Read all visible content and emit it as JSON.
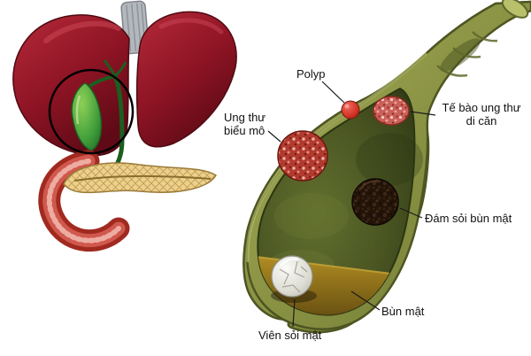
{
  "diagram": {
    "labels": {
      "polyp": "Polyp",
      "carcinoma_line1": "Ung thư",
      "carcinoma_line2": "biểu mô",
      "metastatic_line1": "Tế bào ung thư",
      "metastatic_line2": "di căn",
      "sludge_cluster": "Đám sỏi bùn mật",
      "sludge": "Bùn mật",
      "gallstone": "Viên sỏi mật"
    },
    "colors": {
      "background": "#ffffff",
      "liver_red": "#8e1424",
      "gallbladder_green": "#3f9d3a",
      "sac_wall_olive": "#8a9343",
      "cavity_dark_olive": "#4a5522",
      "bile_sludge_gold": "#a8861f",
      "polyp_red": "#d03224",
      "carcinoma_red": "#b03a2e",
      "metastatic_pink": "#c9605a",
      "stone_cluster_brown": "#221309",
      "gallstone_gray": "#dcdcd2",
      "label_text": "#111111"
    }
  }
}
